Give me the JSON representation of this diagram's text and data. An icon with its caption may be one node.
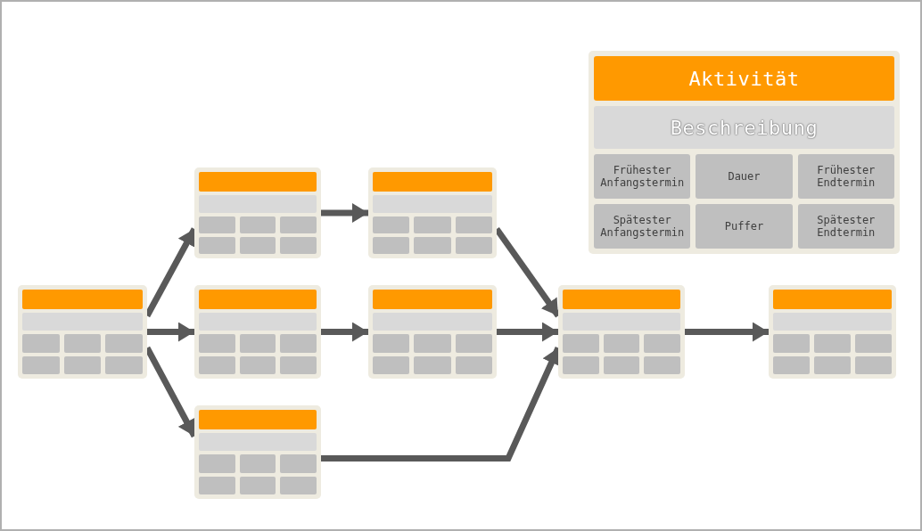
{
  "diagram": {
    "nodes": [
      {
        "text": [],
        "shape": "box"
      },
      {
        "text": [],
        "shape": "box"
      },
      {
        "text": [],
        "shape": "box"
      },
      {
        "text": [],
        "shape": "box"
      },
      {
        "text": [],
        "shape": "box"
      },
      {
        "text": [],
        "shape": "box"
      },
      {
        "text": [],
        "shape": "box"
      },
      {
        "text": [],
        "shape": "box"
      },
      {
        "text": [],
        "shape": "box"
      },
      {
        "text": [
          "Aktivität"
        ],
        "in": 8
      },
      {
        "text": [
          "Beschreibung"
        ],
        "in": 8
      },
      {
        "text": [
          "Frühester Anfangstermin"
        ],
        "in": 8
      },
      {
        "text": [
          "Dauer"
        ],
        "in": 8
      },
      {
        "text": [
          "Frühester Endtermin"
        ],
        "in": 8
      },
      {
        "text": [
          "Spätester Anfangstermin"
        ],
        "in": 8
      },
      {
        "text": [
          "Puffer"
        ],
        "in": 8
      },
      {
        "text": [
          "Spätester Endtermin"
        ],
        "in": 8
      }
    ],
    "edges": [
      {
        "from": 0,
        "to": 1,
        "arrow": "to"
      },
      {
        "from": 0,
        "to": 2,
        "arrow": "to"
      },
      {
        "from": 0,
        "to": 3,
        "arrow": "to"
      },
      {
        "from": 1,
        "to": 4,
        "arrow": "to"
      },
      {
        "from": 2,
        "to": 5,
        "arrow": "to"
      },
      {
        "from": 4,
        "to": 6,
        "arrow": "to"
      },
      {
        "from": 5,
        "to": 6,
        "arrow": "to"
      },
      {
        "from": 3,
        "to": 6,
        "arrow": "to"
      },
      {
        "from": 6,
        "to": 7,
        "arrow": "to"
      }
    ]
  }
}
